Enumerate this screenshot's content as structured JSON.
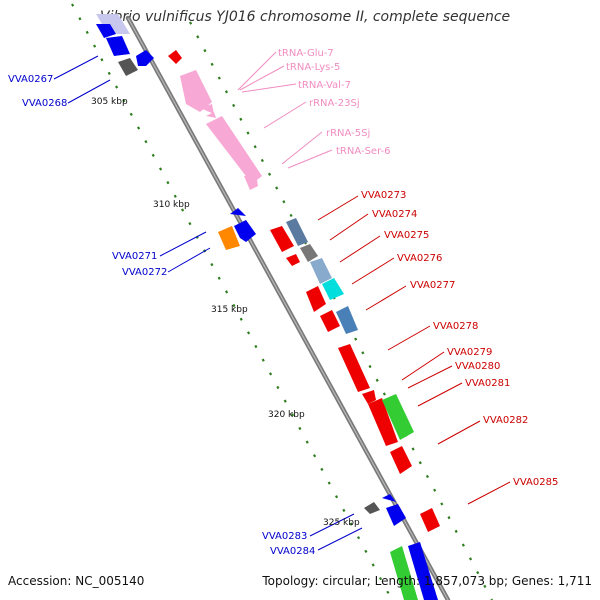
{
  "title": "Vibrio vulnificus YJ016 chromosome II, complete sequence",
  "footer": {
    "accession": "Accession: NC_005140",
    "summary": "Topology: circular; Length: 1,857,073 bp; Genes: 1,711"
  },
  "colors": {
    "backbone": "#8a8a8a",
    "tick": "#2e7d1e",
    "reverse_label": "#0000cc",
    "forward_label": "#cc0000",
    "rna_label": "#f08cc0"
  },
  "scale_labels": [
    "305 kbp",
    "310 kbp",
    "315 kbp",
    "320 kbp",
    "325 kbp"
  ],
  "reverse_labels": [
    "VVA0267",
    "VVA0268",
    "VVA0271",
    "VVA0272",
    "VVA0283",
    "VVA0284"
  ],
  "forward_labels": [
    "VVA0273",
    "VVA0274",
    "VVA0275",
    "VVA0276",
    "VVA0277",
    "VVA0278",
    "VVA0279",
    "VVA0280",
    "VVA0281",
    "VVA0282",
    "VVA0285"
  ],
  "rna_labels": [
    "tRNA-Glu-7",
    "tRNA-Lys-5",
    "tRNA-Val-7",
    "rRNA-23Sj",
    "rRNA-5Sj",
    "tRNA-Ser-6"
  ]
}
